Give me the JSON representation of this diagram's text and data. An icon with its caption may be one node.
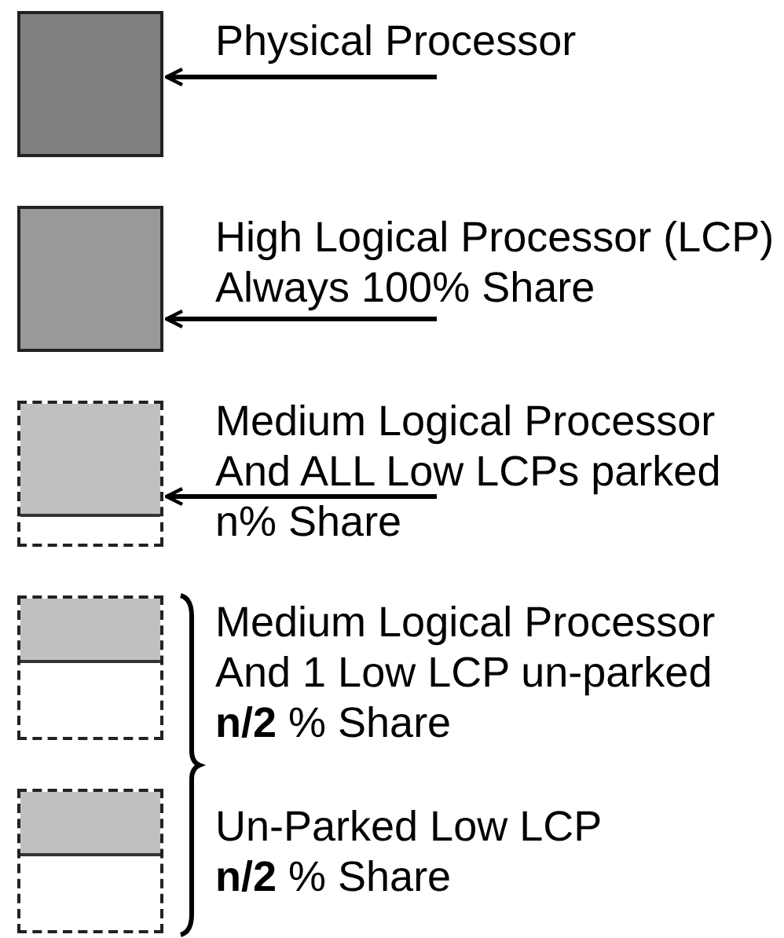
{
  "diagram": {
    "nodes": [
      {
        "text": [],
        "shape": "box"
      },
      {
        "text": [
          "Physical Processor"
        ]
      },
      {
        "text": [],
        "shape": "box"
      },
      {
        "text": [
          "High Logical Processor (LCP) Always 100% Share"
        ]
      },
      {
        "text": [],
        "shape": "box"
      },
      {
        "text": [
          "Medium Logical Processor And ALL Low LCPs parked n% Share"
        ]
      },
      {
        "text": [],
        "shape": "box",
        "beside": [
          "Medium Logical Processor And 1 Low LCP un-parked **n/2** % Share"
        ]
      },
      {
        "text": [],
        "shape": "box",
        "beside": [
          "Un-Parked Low LCP **n/2** % Share"
        ]
      }
    ],
    "edges": [
      {
        "from": 1,
        "to": 0,
        "arrow": "to"
      },
      {
        "from": 3,
        "to": 2,
        "arrow": "to"
      },
      {
        "from": 5,
        "to": 4,
        "arrow": "to"
      }
    ]
  }
}
